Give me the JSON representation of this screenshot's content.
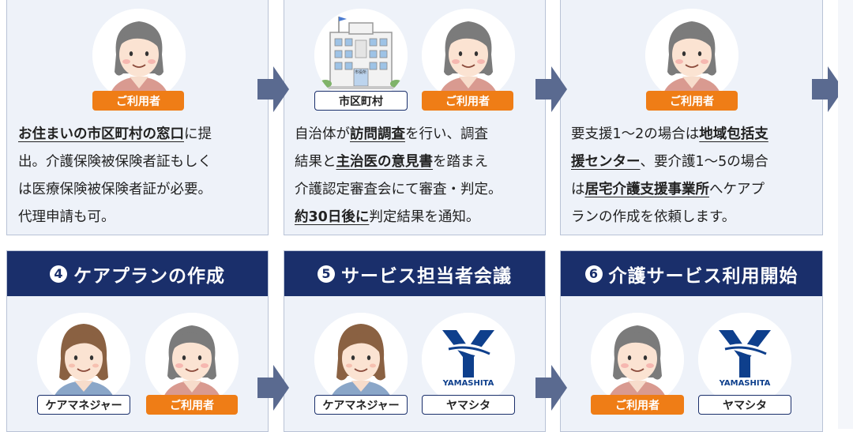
{
  "labels": {
    "user": "ご利用者",
    "city_hall": "市区町村",
    "care_manager": "ケアマネジャー",
    "yamashita": "ヤマシタ"
  },
  "logo_text": "YAMASHITA",
  "building_sign": "市役所",
  "step1": {
    "p1_b": "お住まいの市区町村の窓口",
    "p1_t": "に提",
    "line2": "出。介護保険被保険者証もしく",
    "line3": "は医療保険被保険者証が必要。",
    "line4": "代理申請も可。"
  },
  "step2": {
    "l1_a": "自治体が",
    "l1_b": "訪問調査",
    "l1_c": "を行い、調査",
    "l2_a": "結果と",
    "l2_b": "主治医の意見書",
    "l2_c": "を踏まえ",
    "line3": "介護認定審査会にて審査・判定。",
    "l4_b": "約30日後に",
    "l4_c": "判定結果を通知。"
  },
  "step3": {
    "l1_a": "要支援1〜2の場合は",
    "l1_b": "地域包括支",
    "l2_b": "援センター",
    "l2_c": "、要介護1〜5の場合",
    "l3_a": "は",
    "l3_b": "居宅介護支援事業所",
    "l3_c": "へケアプ",
    "line4": "ランの作成を依頼します。"
  },
  "step4": {
    "num": "4",
    "title": "ケアプランの作成"
  },
  "step5": {
    "num": "5",
    "title": "サービス担当者会議"
  },
  "step6": {
    "num": "6",
    "title": "介護サービス利用開始"
  },
  "colors": {
    "navy": "#1a2f6b",
    "orange": "#ef7d16",
    "card_bg": "#eef2f9",
    "arrow": "#5a6a90"
  },
  "icons": [
    "elderly-woman-icon",
    "city-hall-building-icon",
    "care-manager-woman-icon",
    "yamashita-logo-icon",
    "next-arrow-icon"
  ]
}
